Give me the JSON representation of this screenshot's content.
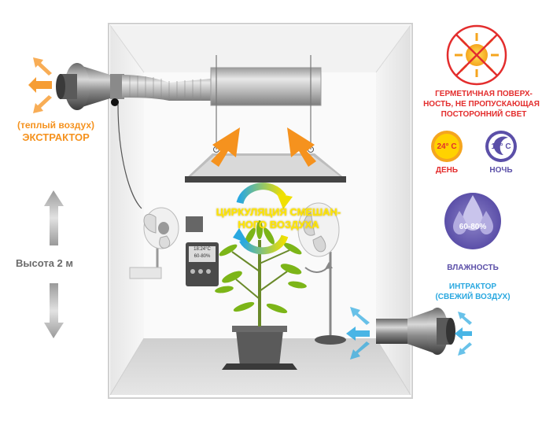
{
  "colors": {
    "orange": "#f5921e",
    "red": "#e32d2d",
    "blue": "#29a8e0",
    "purple": "#5b4fa8",
    "yellow": "#ffd200",
    "gray_text": "#6b6b6b"
  },
  "left": {
    "extractor_sub": "(теплый воздух)",
    "extractor_title": "ЭКСТРАКТОР",
    "height_label": "Высота 2 м"
  },
  "center": {
    "circulation_line1": "ЦИРКУЛЯЦИЯ СМЕШАН-",
    "circulation_line2": "НОГО ВОЗДУХА",
    "timer_line1": "18:24°C",
    "timer_line2": "60-80%"
  },
  "right": {
    "no_light_line1": "ГЕРМЕТИЧНАЯ ПОВЕРХ-",
    "no_light_line2": "НОСТЬ, НЕ ПРОПУСКАЮЩАЯ",
    "no_light_line3": "ПОСТОРОННИЙ СВЕТ",
    "day_temp": "24° C",
    "day_label": "ДЕНЬ",
    "night_temp": "18° C",
    "night_label": "НОЧЬ",
    "humidity_value": "60-80%",
    "humidity_label": "ВЛАЖНОСТЬ",
    "intake_line1": "ИНТРАКТОР",
    "intake_line2": "(СВЕЖИЙ ВОЗДУХ)"
  },
  "icons": [
    "no-sun-icon",
    "sun-icon",
    "moon-icon",
    "water-drops-icon",
    "up-down-arrow-icon",
    "circulation-arrows-icon"
  ]
}
